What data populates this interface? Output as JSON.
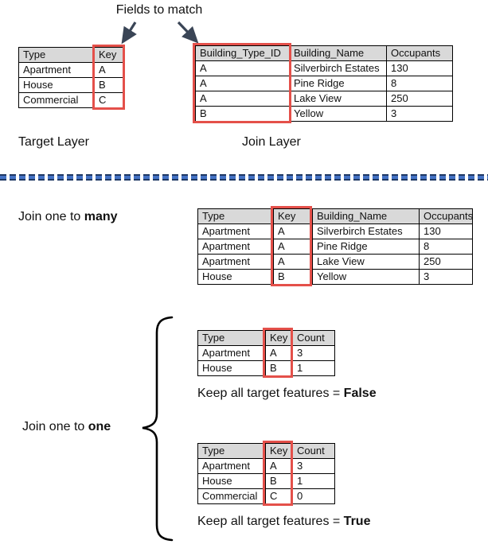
{
  "title": "Fields to match",
  "target_layer": {
    "label": "Target Layer",
    "table": {
      "headers": [
        "Type",
        "Key"
      ],
      "rows": [
        [
          "Apartment",
          "A"
        ],
        [
          "House",
          "B"
        ],
        [
          "Commercial",
          "C"
        ]
      ]
    }
  },
  "join_layer": {
    "label": "Join Layer",
    "table": {
      "headers": [
        "Building_Type_ID",
        "Building_Name",
        "Occupants"
      ],
      "rows": [
        [
          "A",
          "Silverbirch Estates",
          "130"
        ],
        [
          "A",
          "Pine Ridge",
          "8"
        ],
        [
          "A",
          "Lake View",
          "250"
        ],
        [
          "B",
          "Yellow",
          "3"
        ]
      ]
    }
  },
  "one_to_many": {
    "label_prefix": "Join one to ",
    "label_bold": "many",
    "table": {
      "headers": [
        "Type",
        "Key",
        "Building_Name",
        "Occupants"
      ],
      "rows": [
        [
          "Apartment",
          "A",
          "Silverbirch Estates",
          "130"
        ],
        [
          "Apartment",
          "A",
          "Pine Ridge",
          "8"
        ],
        [
          "Apartment",
          "A",
          "Lake View",
          "250"
        ],
        [
          "House",
          "B",
          "Yellow",
          "3"
        ]
      ]
    }
  },
  "one_to_one": {
    "label_prefix": "Join one to ",
    "label_bold": "one",
    "false_case": {
      "table": {
        "headers": [
          "Type",
          "Key",
          "Count"
        ],
        "rows": [
          [
            "Apartment",
            "A",
            "3"
          ],
          [
            "House",
            "B",
            "1"
          ]
        ]
      },
      "caption_prefix": "Keep all target features = ",
      "caption_bold": "False"
    },
    "true_case": {
      "table": {
        "headers": [
          "Type",
          "Key",
          "Count"
        ],
        "rows": [
          [
            "Apartment",
            "A",
            "3"
          ],
          [
            "House",
            "B",
            "1"
          ],
          [
            "Commercial",
            "C",
            "0"
          ]
        ]
      },
      "caption_prefix": "Keep all target features = ",
      "caption_bold": "True"
    }
  },
  "colors": {
    "highlight_red": "#e4504a",
    "header_gray": "#d9d9d9",
    "divider_blue": "#4472c4",
    "divider_dark": "#1f3864",
    "arrow": "#3a4556"
  }
}
